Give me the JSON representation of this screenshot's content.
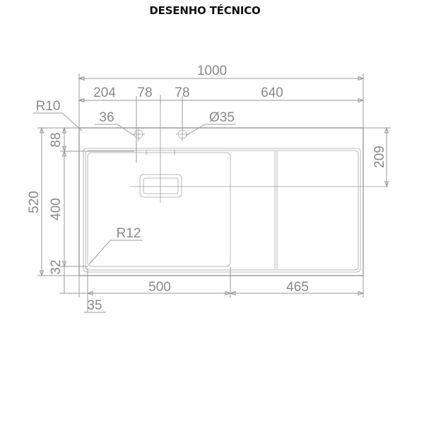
{
  "header": {
    "title": "DESENHO TÉCNICO"
  },
  "dimensions": {
    "overall_width": "1000",
    "left_margin": "204",
    "tap_spacing_left": "78",
    "tap_spacing_right": "78",
    "right_span": "640",
    "corner_radius": "R10",
    "tap_hole_offset": "36",
    "tap_hole_diameter": "Ø35",
    "top_to_bowl": "88",
    "drainer_height": "209",
    "overall_depth": "520",
    "bowl_depth": "400",
    "bowl_corner_radius": "R12",
    "bottom_margin": "32",
    "bowl_width": "500",
    "drainer_width": "465",
    "side_margin": "35"
  },
  "colors": {
    "line": "#9a9a9a",
    "text": "#8a8a8a",
    "title": "#111111"
  }
}
